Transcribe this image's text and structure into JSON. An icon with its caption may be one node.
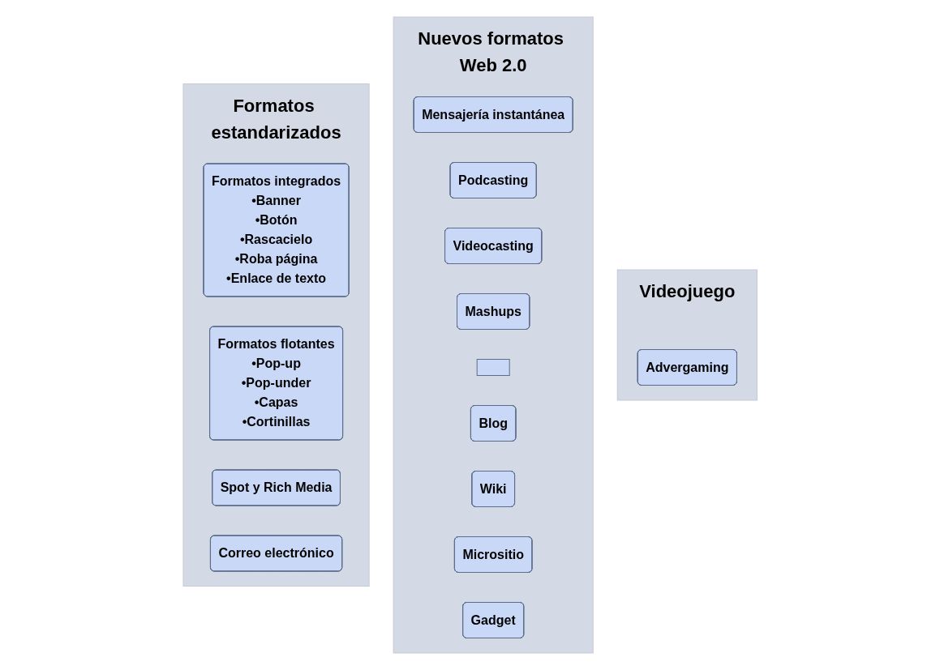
{
  "diagram": {
    "nodes": [
      {
        "text": [
          "Formatos estandarizados"
        ]
      },
      {
        "text": [
          "Formatos integrados",
          "•Banner",
          "•Botón",
          "•Rascacielo",
          "•Roba página",
          "•Enlace de texto"
        ],
        "in": 0
      },
      {
        "text": [
          "Formatos flotantes",
          "•Pop-up",
          "•Pop-under",
          "•Capas",
          "•Cortinillas"
        ],
        "in": 0
      },
      {
        "text": [
          "Spot y Rich Media"
        ],
        "in": 0
      },
      {
        "text": [
          "Correo electrónico"
        ],
        "in": 0
      },
      {
        "text": [
          "Nuevos formatos Web 2.0"
        ]
      },
      {
        "text": [
          "Mensajería instantánea"
        ],
        "in": 5
      },
      {
        "text": [
          "Podcasting"
        ],
        "in": 5
      },
      {
        "text": [
          "Videocasting"
        ],
        "in": 5
      },
      {
        "text": [
          "Mashups"
        ],
        "in": 5
      },
      {
        "text": [],
        "shape": "box",
        "in": 5
      },
      {
        "text": [
          "Blog"
        ],
        "in": 5
      },
      {
        "text": [
          "Wiki"
        ],
        "in": 5
      },
      {
        "text": [
          "Micrositio"
        ],
        "in": 5
      },
      {
        "text": [
          "Gadget"
        ],
        "in": 5
      },
      {
        "text": [
          "Videojuego"
        ]
      },
      {
        "text": [
          "Advergaming"
        ],
        "in": 15
      }
    ]
  }
}
